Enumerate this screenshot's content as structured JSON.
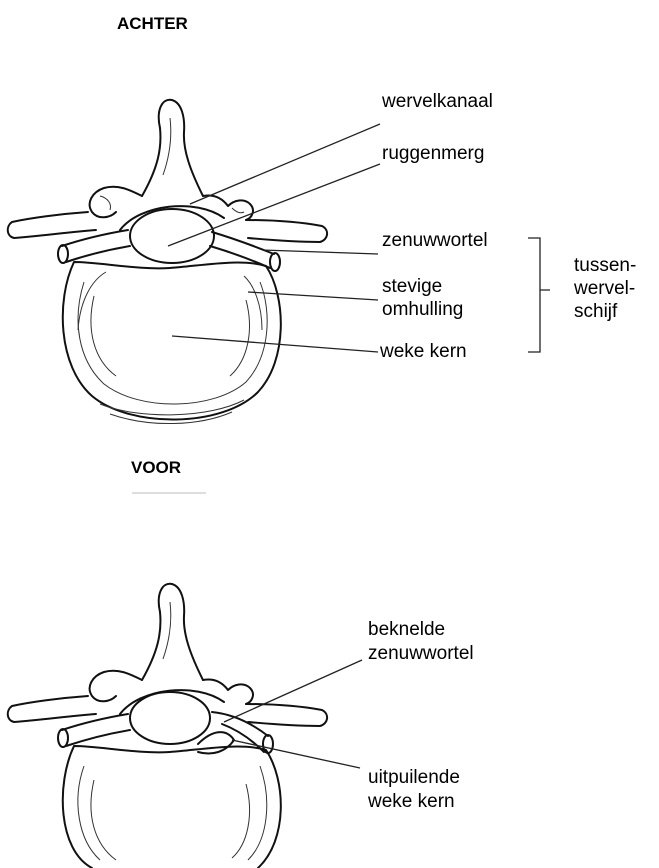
{
  "top": {
    "heading_back": "ACHTER",
    "heading_front": "VOOR",
    "labels": {
      "canal": "wervelkanaal",
      "cord": "ruggenmerg",
      "root": "zenuwwortel",
      "annulus_1": "stevige",
      "annulus_2": "omhulling",
      "nucleus": "weke kern",
      "disc_1": "tussen-",
      "disc_2": "wervel-",
      "disc_3": "schijf"
    }
  },
  "bottom": {
    "labels": {
      "pinched_1": "beknelde",
      "pinched_2": "zenuwwortel",
      "bulge_1": "uitpuilende",
      "bulge_2": "weke kern"
    }
  }
}
